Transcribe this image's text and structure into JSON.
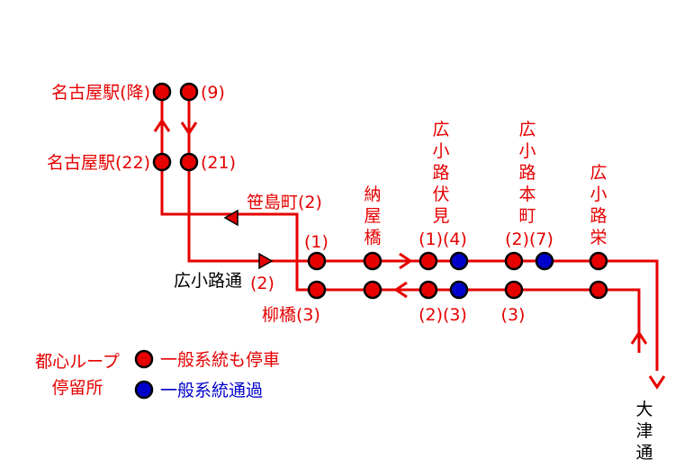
{
  "colors": {
    "route": "#e60000",
    "stop_all": "#e60000",
    "stop_pass": "#0000cc",
    "outline": "#000000",
    "text_red": "#e60000",
    "text_black": "#000000",
    "text_blue": "#0000cc"
  },
  "stations": {
    "nagoya_alight": "名古屋駅(降)",
    "nagoya_9": "(9)",
    "nagoya_22": "名古屋駅(22)",
    "nagoya_21": "(21)",
    "sasashima": "笹島町(2)",
    "hirokoji_dori": "広小路通",
    "hirokoji_dori_num": "(2)",
    "yanagibashi": "柳橋(3)",
    "nayabashi": [
      "納",
      "屋",
      "橋"
    ],
    "nayabashi_num_top": "(1)",
    "fushimi": [
      "広",
      "小",
      "路",
      "伏",
      "見"
    ],
    "fushimi_num_top": "(1)(4)",
    "fushimi_num_bottom": "(2)(3)",
    "honmachi": [
      "広",
      "小",
      "路",
      "本",
      "町"
    ],
    "honmachi_num_top": "(2)(7)",
    "honmachi_num_bottom": "(3)",
    "sakae": [
      "広",
      "小",
      "路",
      "栄"
    ],
    "otsu_dori": [
      "大",
      "津",
      "通"
    ]
  },
  "legend": {
    "title_line1": "都心ループ",
    "title_line2": "停留所",
    "all_stop": "一般系統も停車",
    "pass_through": "一般系統通過"
  }
}
